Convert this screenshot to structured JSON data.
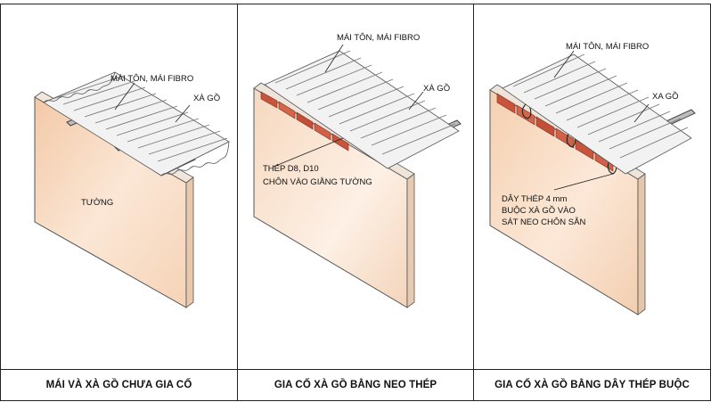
{
  "panels": [
    {
      "caption": "MÁI VÀ XÀ GỒ CHƯA GIA CỐ",
      "labels": {
        "roof": "MÁI TÔN, MÁI FIBRO",
        "purlin": "XÀ GỒ",
        "wall": "TƯỜNG"
      }
    },
    {
      "caption": "GIA CỐ XÀ GỒ BẰNG NEO THÉP",
      "labels": {
        "roof": "MÁI TÔN, MÁI FIBRO",
        "purlin": "XÀ GỒ",
        "anchor_line1": "THÉP D8, D10",
        "anchor_line2": "CHÔN VÀO GIẰNG TƯỜNG"
      }
    },
    {
      "caption": "GIA CỐ XÀ GỒ BẰNG DÂY THÉP BUỘC",
      "labels": {
        "roof": "MÁI TÔN, MÁI FIBRO",
        "purlin": "XA GỒ",
        "wire_line1": "DÂY THÉP 4 mm",
        "wire_line2": "BUỘC XÀ GỒ VÀO",
        "wire_line3": "SÁT NEO CHÔN SẴN"
      }
    }
  ],
  "colors": {
    "wall_fill": "#f7ddc6",
    "wall_edge": "#e8b690",
    "brick": "#c8543c",
    "roof": "#e9e9e9",
    "line": "#333333"
  }
}
